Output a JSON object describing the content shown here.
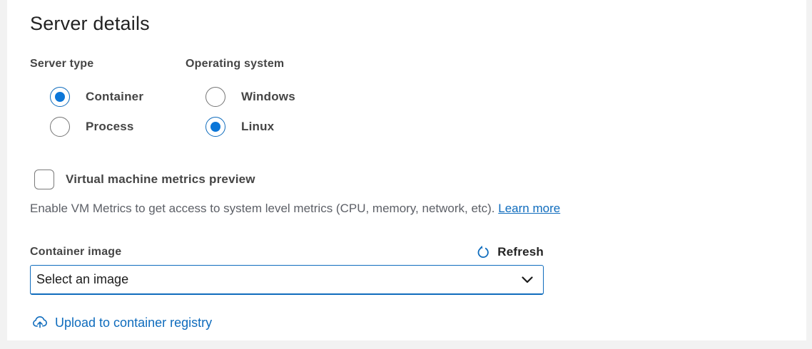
{
  "title": "Server details",
  "server_type": {
    "label": "Server type",
    "options": [
      {
        "label": "Container",
        "selected": true
      },
      {
        "label": "Process",
        "selected": false
      }
    ]
  },
  "operating_system": {
    "label": "Operating system",
    "options": [
      {
        "label": "Windows",
        "selected": false
      },
      {
        "label": "Linux",
        "selected": true
      }
    ]
  },
  "vm_metrics": {
    "checkbox_label": "Virtual machine metrics preview",
    "checked": false,
    "description": "Enable VM Metrics to get access to system level metrics (CPU, memory, network, etc).",
    "link_label": "Learn more"
  },
  "container_image": {
    "label": "Container image",
    "refresh_label": "Refresh",
    "select_value": "Select an image",
    "upload_label": "Upload to container registry"
  },
  "colors": {
    "accent_blue": "#0f6cbd",
    "radio_blue": "#0b76d8",
    "label_gray": "#454545",
    "body_gray": "#5d6067",
    "page_background": "#f2f2f2"
  }
}
